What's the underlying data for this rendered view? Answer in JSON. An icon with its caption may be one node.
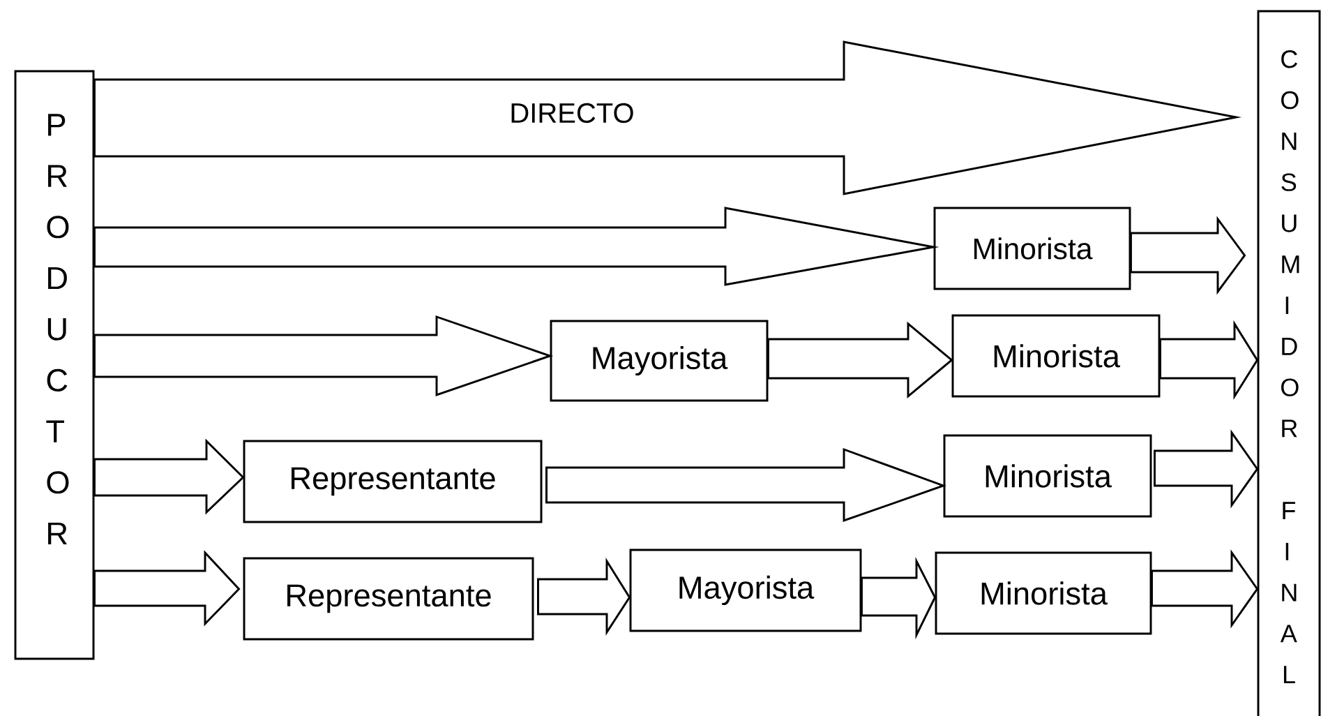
{
  "diagram": {
    "nodes": [
      {
        "text": [
          "PRODUCTOR"
        ]
      },
      {
        "text": [
          "CONSUMIDOR FINAL"
        ]
      },
      {
        "text": [
          "Minorista"
        ]
      },
      {
        "text": [
          "Mayorista"
        ]
      },
      {
        "text": [
          "Minorista"
        ]
      },
      {
        "text": [
          "Representante"
        ]
      },
      {
        "text": [
          "Minorista"
        ]
      },
      {
        "text": [
          "Representante"
        ]
      },
      {
        "text": [
          "Mayorista"
        ]
      },
      {
        "text": [
          "Minorista"
        ]
      }
    ],
    "edges": [
      {
        "from": 0,
        "to": 1,
        "arrow": "to",
        "label": "DIRECTO"
      },
      {
        "from": 0,
        "to": 2,
        "arrow": "to"
      },
      {
        "from": 2,
        "to": 1,
        "arrow": "to"
      },
      {
        "from": 0,
        "to": 3,
        "arrow": "to"
      },
      {
        "from": 3,
        "to": 4,
        "arrow": "to"
      },
      {
        "from": 4,
        "to": 1,
        "arrow": "to"
      },
      {
        "from": 0,
        "to": 5,
        "arrow": "to"
      },
      {
        "from": 5,
        "to": 6,
        "arrow": "to"
      },
      {
        "from": 6,
        "to": 1,
        "arrow": "to"
      },
      {
        "from": 0,
        "to": 7,
        "arrow": "to"
      },
      {
        "from": 7,
        "to": 8,
        "arrow": "to"
      },
      {
        "from": 8,
        "to": 9,
        "arrow": "to"
      },
      {
        "from": 9,
        "to": 1,
        "arrow": "to"
      }
    ]
  }
}
